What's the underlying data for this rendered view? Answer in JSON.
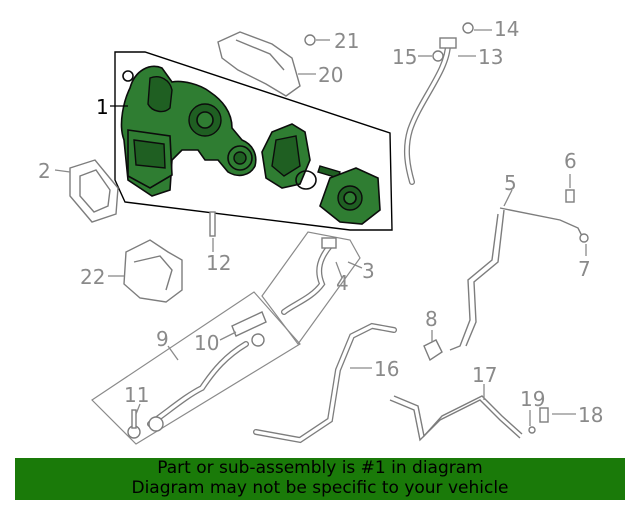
{
  "callouts": [
    "1",
    "2",
    "3",
    "4",
    "5",
    "6",
    "7",
    "8",
    "9",
    "10",
    "11",
    "12",
    "13",
    "14",
    "15",
    "16",
    "17",
    "18",
    "19",
    "20",
    "21",
    "22"
  ],
  "banner": {
    "line1": "Part or sub-assembly is #1 in diagram",
    "line2": "Diagram may not be specific to your vehicle"
  },
  "colors": {
    "highlight": "#2f7d32",
    "banner": "#1a7a09",
    "outline": "#7d7d7d"
  }
}
